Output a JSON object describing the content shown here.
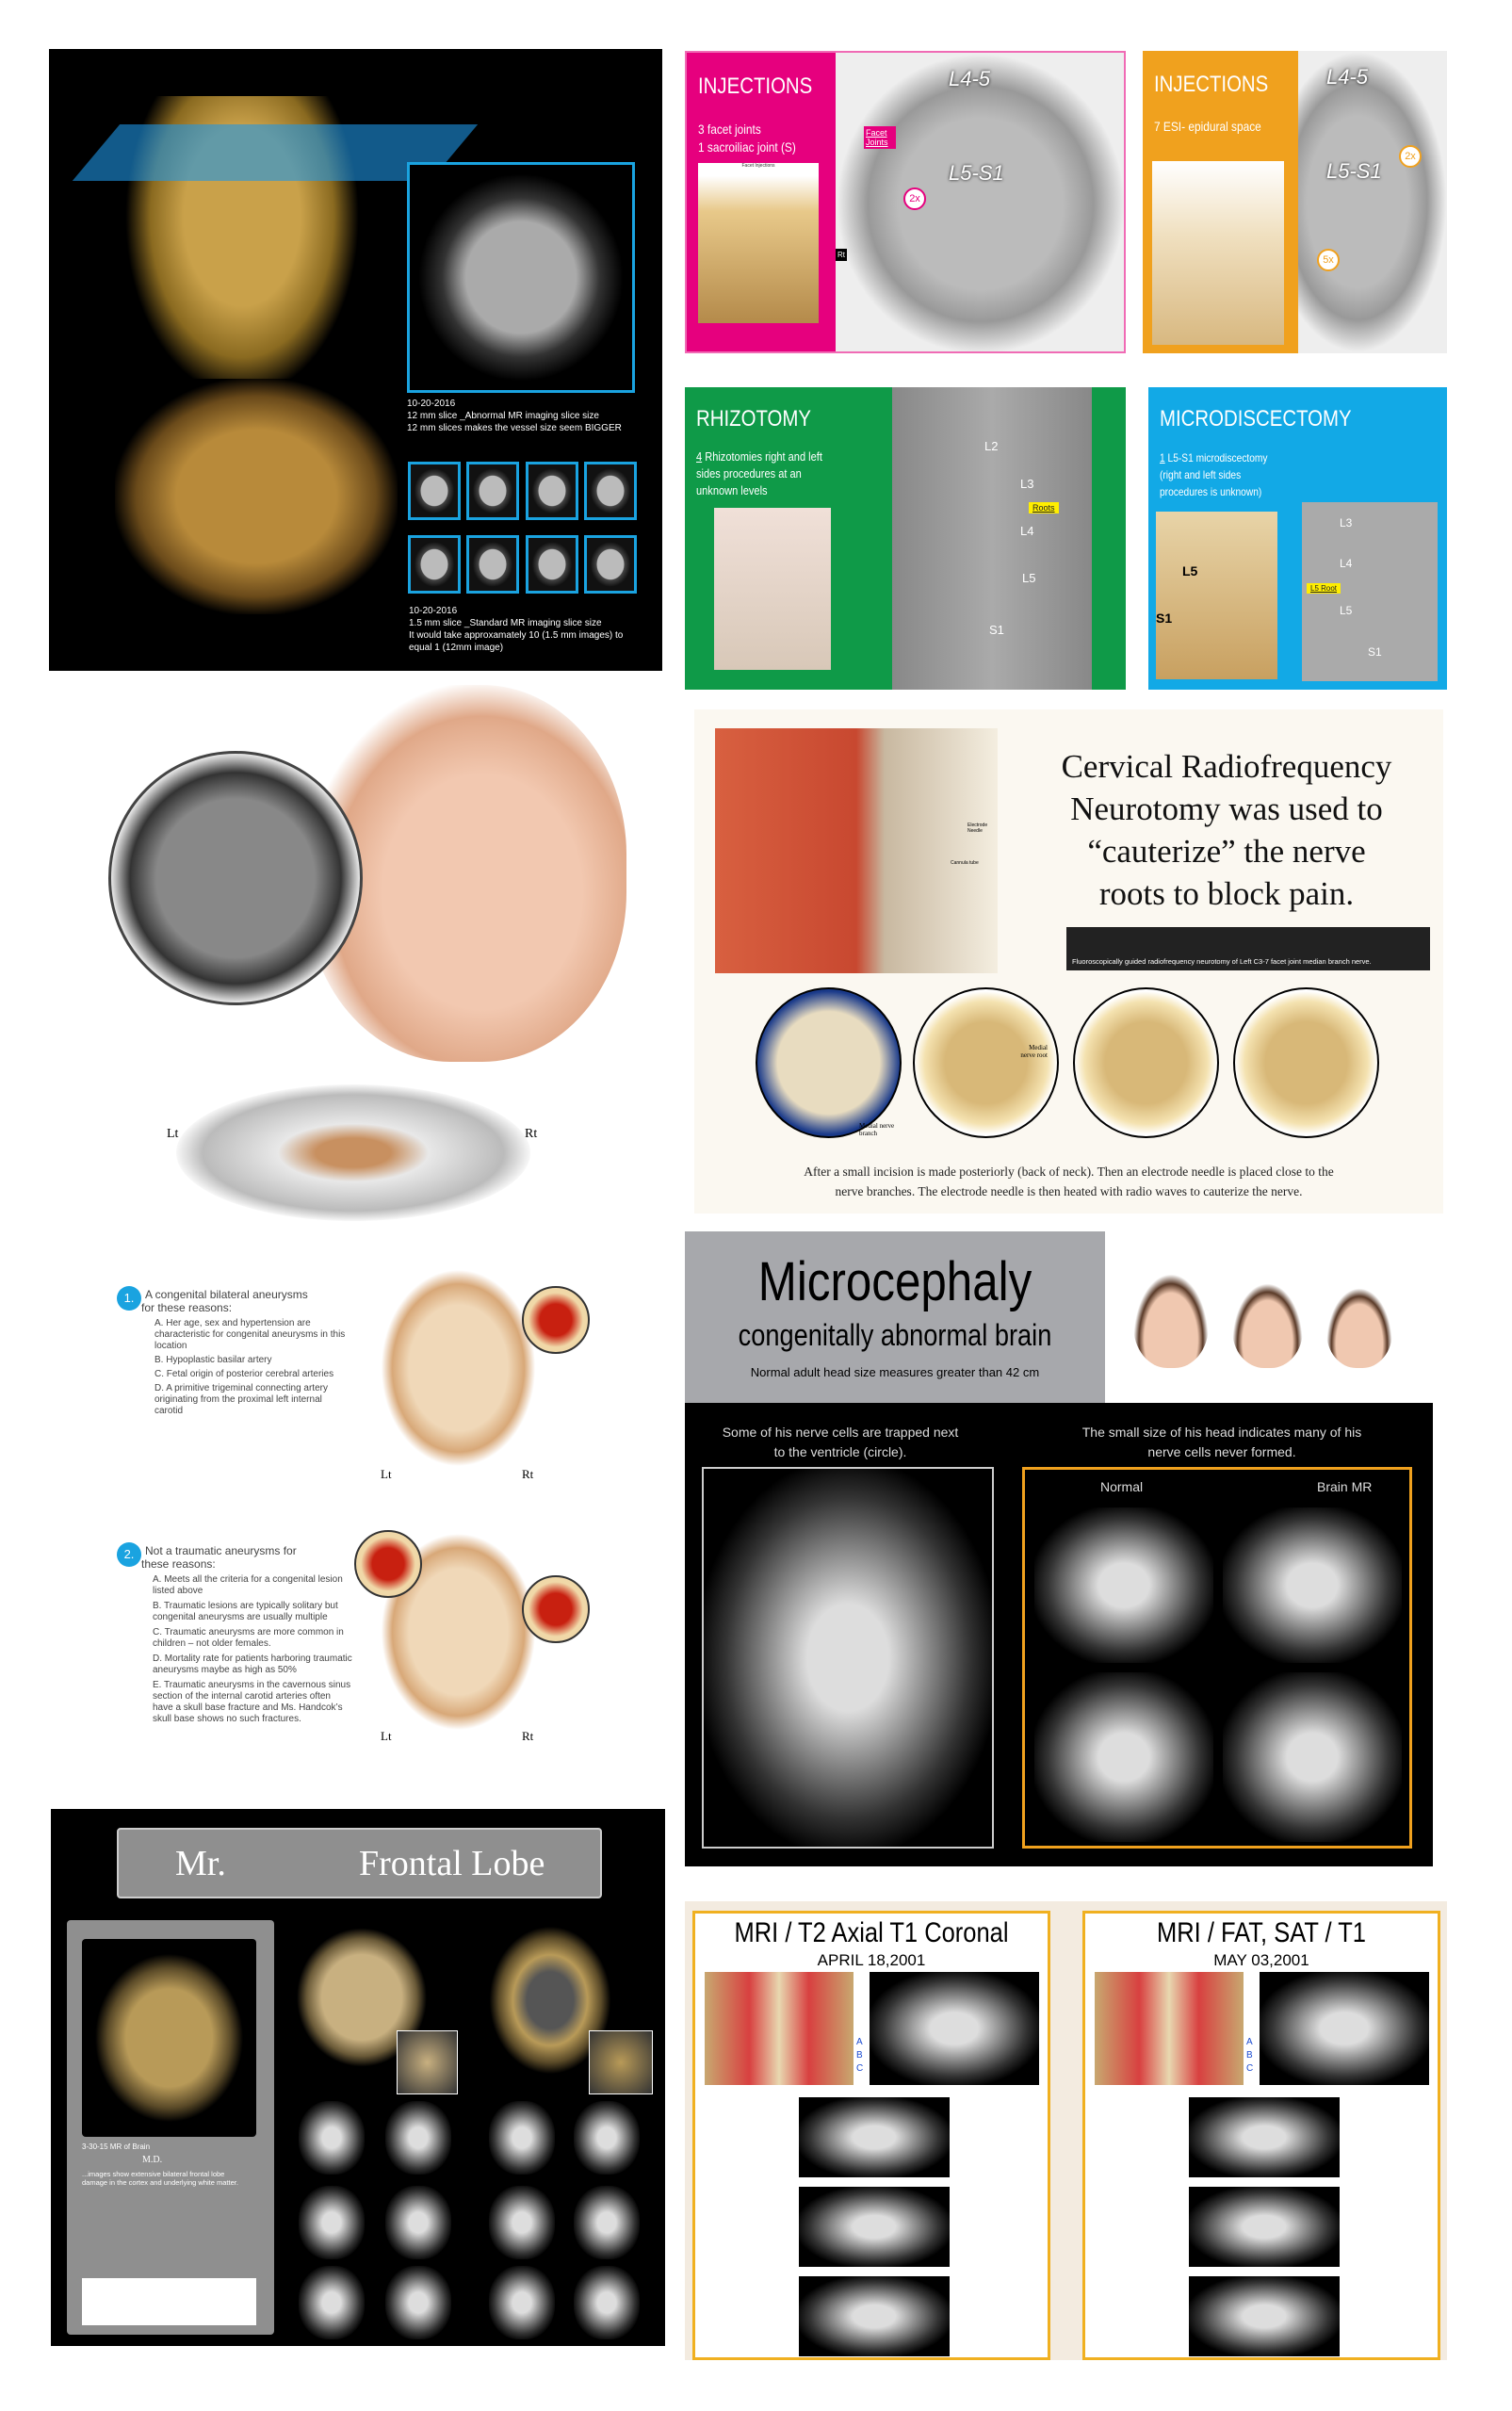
{
  "brain_panel": {
    "caption1": [
      "10-20-2016",
      "12 mm slice _Abnormal MR imaging slice size",
      "12 mm slices makes the vessel size seem BIGGER"
    ],
    "caption2": [
      "10-20-2016",
      "1.5 mm slice _Standard MR imaging slice size",
      "It would take approxamately 10 (1.5 mm images) to",
      "equal 1 (12mm image)"
    ]
  },
  "injections_facet": {
    "title": "INJECTIONS",
    "lines": [
      "3 facet joints",
      "1 sacroiliac joint (S)"
    ],
    "inset_title": "Facet Injections",
    "tag": "Facet Joints",
    "labels": [
      "L4-5",
      "L5-S1",
      "2x",
      "Rt"
    ],
    "color": "#e6007e"
  },
  "injections_esi": {
    "title": "INJECTIONS",
    "lines": [
      "7 ESI- epidural space"
    ],
    "labels": [
      "L4-5",
      "L5-S1",
      "2x",
      "5x"
    ],
    "color": "#f0a11e"
  },
  "rhizotomy": {
    "title": "RHIZOTOMY",
    "count": "4",
    "text": [
      "Rhizotomies right and left",
      "sides procedures at an",
      "unknown levels"
    ],
    "tag": "Roots",
    "labels": [
      "L2",
      "L3",
      "L4",
      "L5",
      "S1"
    ],
    "color": "#0f9a48"
  },
  "microdiscectomy": {
    "title": "MICRODISCECTOMY",
    "count": "1",
    "text": [
      "L5-S1 microdiscectomy",
      "(right and left sides",
      "procedures is unknown)"
    ],
    "labels": [
      "L5",
      "S1",
      "L3",
      "L4",
      "L5",
      "S1"
    ],
    "tag": "L5 Root",
    "color": "#12a9e6"
  },
  "skull": {
    "left": "Lt",
    "right": "Rt"
  },
  "cervical": {
    "title": [
      "Cervical Radiofrequency",
      "Neurotomy was used to",
      "“cauterize” the nerve",
      "roots to block pain."
    ],
    "caption_bar": "Fluoroscopically guided radiofrequency neurotomy of Left C3-7 facet joint median branch nerve.",
    "labels": [
      "Electrode Needle",
      "Cannula tube",
      "Medial nerve branch",
      "Medial nerve root"
    ],
    "footer": [
      "After a small incision is made posteriorly (back of neck). Then an electrode needle is placed close to the",
      "nerve branches. The electrode needle is then heated with radio waves to cauterize the nerve."
    ]
  },
  "aneurysm": {
    "n1": "1.",
    "h1": [
      "A congenital bilateral aneurysms",
      "for these reasons:"
    ],
    "items1": [
      "A. Her age, sex and hypertension are characteristic for congenital aneurysms in this location",
      "B. Hypoplastic basilar artery",
      "C. Fetal origin of posterior cerebral arteries",
      "D. A primitive trigeminal connecting artery originating from the proximal left internal carotid"
    ],
    "n2": "2.",
    "h2": [
      "Not a traumatic aneurysms for",
      "these reasons:"
    ],
    "items2": [
      "A. Meets all the criteria for a congenital lesion listed above",
      "B. Traumatic lesions are typically solitary but congenital aneurysms are usually multiple",
      "C. Traumatic aneurysms are more common in children – not older females.",
      "D. Mortality rate for patients harboring traumatic aneurysms maybe as high as 50%",
      "E. Traumatic aneurysms in the cavernous sinus section of the internal carotid arteries often have a skull base fracture and Ms. Handcok’s skull base shows no such fractures."
    ],
    "lt": "Lt",
    "rt": "Rt"
  },
  "microcephaly": {
    "title": "Microcephaly",
    "subtitle": "congenitally abnormal brain",
    "note": "Normal adult head size measures greater than 42 cm",
    "left_caption": [
      "Some of his nerve cells are trapped next",
      "to the ventricle (circle)."
    ],
    "right_caption": [
      "The small size of his head indicates many of his",
      "nerve cells never formed."
    ],
    "normal": "Normal",
    "brain_mr": "Brain MR"
  },
  "frontal": {
    "title_left": "Mr.",
    "title_right": "Frontal Lobe",
    "caption": "3-30-15 MR of Brain",
    "md": "M.D.",
    "desc": "...images show extensive bilateral frontal lobe damage in the cortex and underlying white matter."
  },
  "mri": {
    "left_title": "MRI / T2 Axial T1 Coronal",
    "left_date": "APRIL 18,2001",
    "right_title": "MRI / FAT, SAT / T1",
    "right_date": "MAY 03,2001",
    "markers": [
      "A",
      "B",
      "C"
    ]
  }
}
